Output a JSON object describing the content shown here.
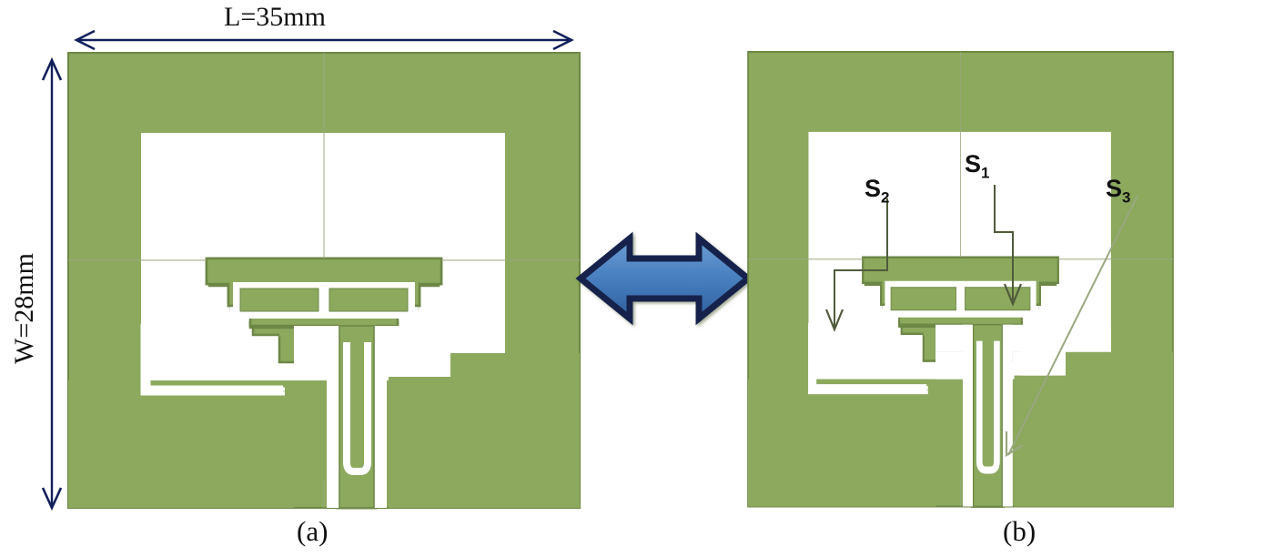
{
  "figure": {
    "type": "antenna-geometry-diagram",
    "description": "Two-panel planar monopole antenna layout comparison",
    "colors": {
      "substrate_green": "#8ca95e",
      "substrate_green_edge": "#6d8745",
      "slot_white": "#ffffff",
      "arrow_blue_light": "#5b8fc9",
      "arrow_blue_dark": "#2d5f9e",
      "arrow_outline_navy": "#17224b",
      "dimension_line": "#12205a",
      "leader_line": "#4f5b3a",
      "text_black": "#111111"
    }
  },
  "dimensions": {
    "length_label": "L=35mm",
    "width_label": "W=28mm"
  },
  "panels": [
    {
      "id": "a",
      "caption": "(a)",
      "annotations": []
    },
    {
      "id": "b",
      "caption": "(b)",
      "annotations": [
        {
          "name": "S1",
          "base": "S",
          "sub": "1"
        },
        {
          "name": "S2",
          "base": "S",
          "sub": "2"
        },
        {
          "name": "S3",
          "base": "S",
          "sub": "3"
        }
      ]
    }
  ],
  "transition_arrow": {
    "name": "double-headed-arrow",
    "direction": "left-right"
  }
}
